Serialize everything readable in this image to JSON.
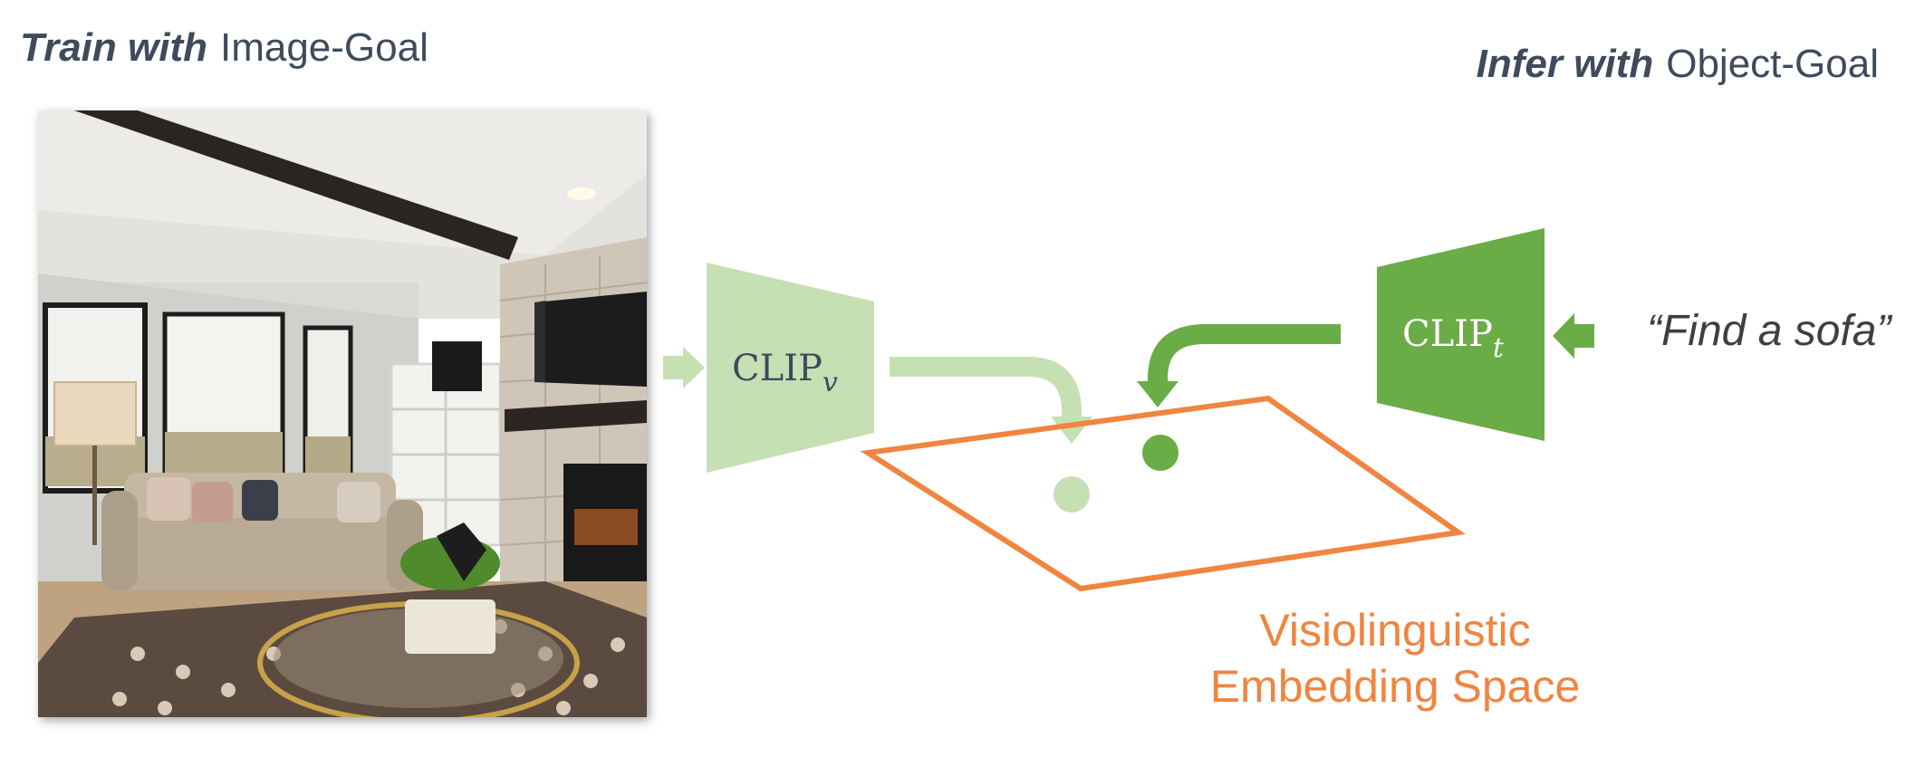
{
  "train_heading": {
    "emphasis": "Train with",
    "goal": "Image-Goal"
  },
  "infer_heading": {
    "emphasis": "Infer with",
    "goal": "Object-Goal"
  },
  "image_encoder": {
    "base": "CLIP",
    "subscript": "v"
  },
  "text_encoder": {
    "base": "CLIP",
    "subscript": "t"
  },
  "text_prompt": "“Find a sofa”",
  "embedding_space": {
    "line1": "Visiolinguistic",
    "line2": "Embedding Space"
  },
  "colors": {
    "light_green": "#c5e0b3",
    "dark_green": "#6aac46",
    "orange": "#ef8540",
    "heading": "#3f4a5c"
  }
}
